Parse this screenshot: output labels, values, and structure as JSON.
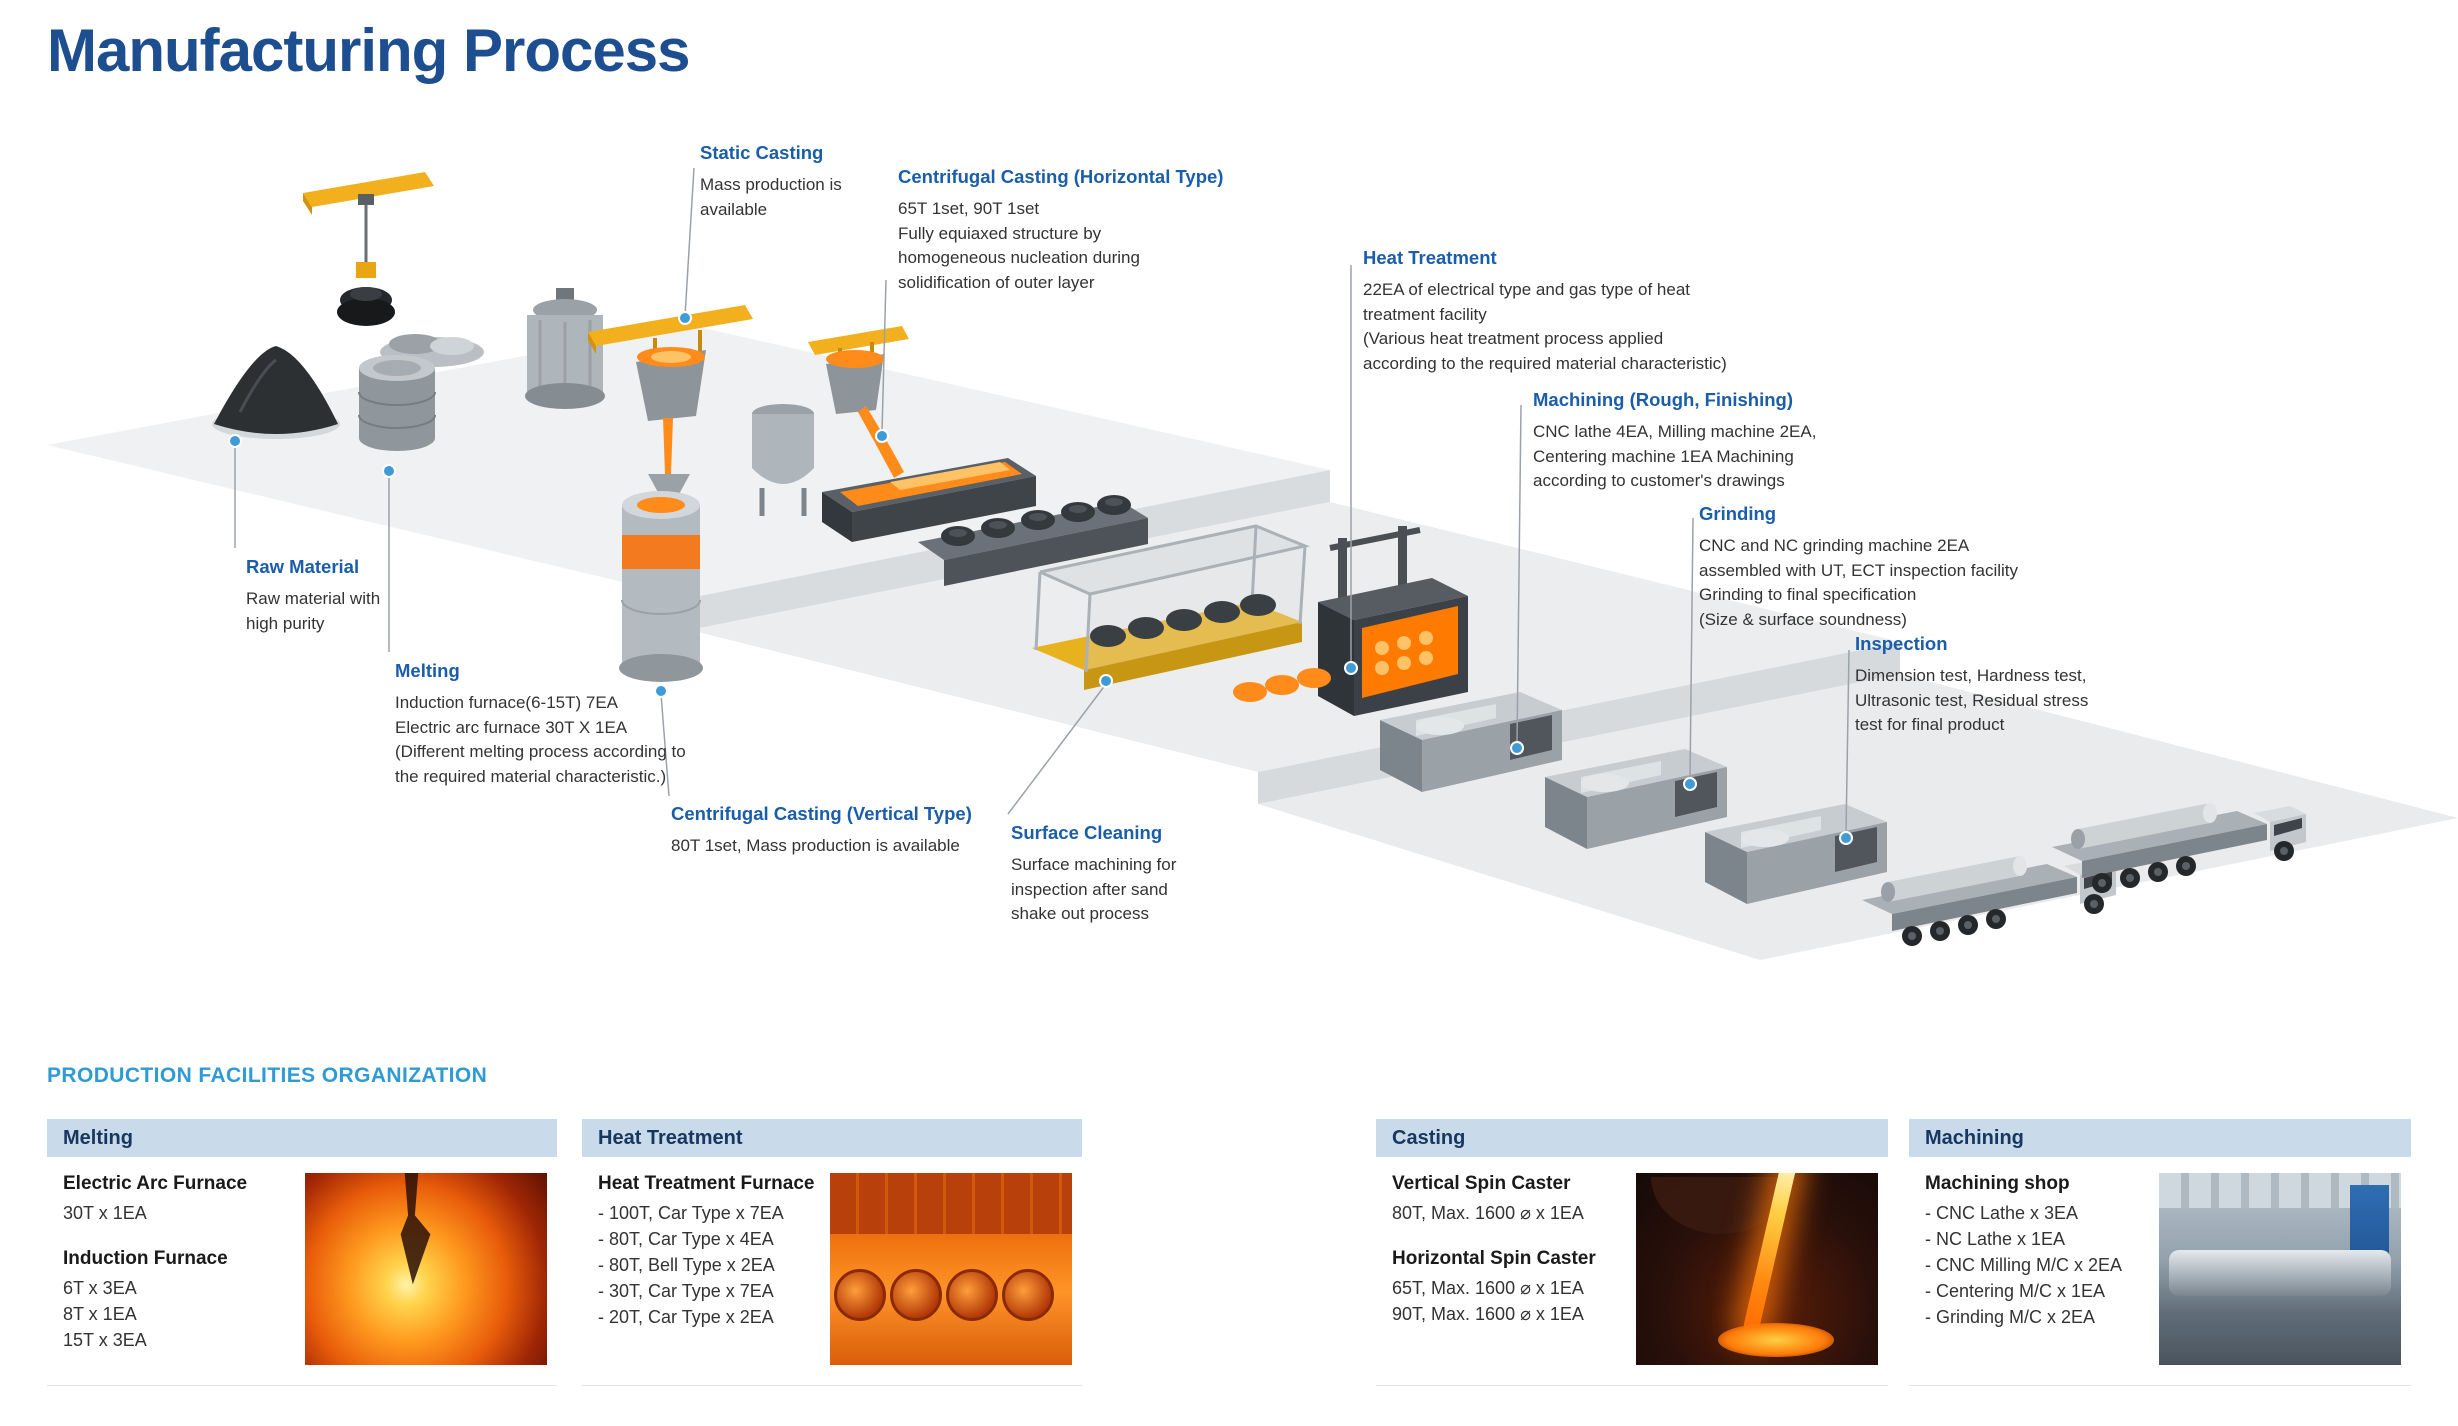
{
  "page": {
    "title": "Manufacturing Process",
    "section_heading": "PRODUCTION FACILITIES ORGANIZATION"
  },
  "colors": {
    "title_blue": "#1d4e8f",
    "callout_heading_blue": "#1a5dab",
    "section_heading_blue": "#2f9bd5",
    "panel_header_bg": "#c9daea",
    "panel_header_text": "#17375f",
    "leader_dot_blue": "#3e9bd5",
    "crane_yellow": "#f2b01e",
    "molten_orange": "#ff8c1a"
  },
  "callouts": [
    {
      "id": "static-casting",
      "title": "Static Casting",
      "body": "Mass production is\navailable"
    },
    {
      "id": "centrifugal-casting-horizontal",
      "title": "Centrifugal Casting (Horizontal Type)",
      "body": "65T 1set, 90T 1set\nFully equiaxed structure by\nhomogeneous nucleation during\nsolidification of outer layer"
    },
    {
      "id": "heat-treatment",
      "title": "Heat Treatment",
      "body": "22EA of electrical type and gas type of heat\ntreatment facility\n(Various heat treatment process applied\naccording to the required material characteristic)"
    },
    {
      "id": "machining",
      "title": "Machining (Rough, Finishing)",
      "body": "CNC lathe 4EA, Milling machine 2EA,\nCentering machine 1EA Machining\naccording to customer's drawings"
    },
    {
      "id": "grinding",
      "title": "Grinding",
      "body": "CNC and NC grinding machine 2EA\nassembled with UT, ECT inspection facility\nGrinding to final specification\n(Size & surface soundness)"
    },
    {
      "id": "inspection",
      "title": "Inspection",
      "body": "Dimension test, Hardness test,\nUltrasonic test, Residual stress\ntest for final product"
    },
    {
      "id": "raw-material",
      "title": "Raw Material",
      "body": "Raw material with\nhigh purity"
    },
    {
      "id": "melting",
      "title": "Melting",
      "body": "Induction furnace(6-15T) 7EA\nElectric arc furnace 30T X 1EA\n(Different melting process according to\nthe required material characteristic.)"
    },
    {
      "id": "centrifugal-casting-vertical",
      "title": "Centrifugal Casting (Vertical Type)",
      "body": "80T 1set, Mass production is available"
    },
    {
      "id": "surface-cleaning",
      "title": "Surface Cleaning",
      "body": "Surface machining for\ninspection after sand\nshake out process"
    }
  ],
  "panels": [
    {
      "id": "melting",
      "title": "Melting",
      "photo": "electric-arc-furnace-photo",
      "blocks": [
        {
          "heading": "Electric Arc Furnace",
          "text": "30T x 1EA"
        },
        {
          "heading": "Induction Furnace",
          "text": "6T x 3EA\n8T x 1EA\n15T x 3EA"
        }
      ]
    },
    {
      "id": "heat-treatment",
      "title": "Heat Treatment",
      "photo": "heat-treatment-furnace-photo",
      "blocks": [
        {
          "heading": "Heat Treatment Furnace",
          "text": "- 100T, Car Type x 7EA\n- 80T, Car Type x 4EA\n- 80T, Bell Type x 2EA\n- 30T, Car Type x 7EA\n- 20T, Car Type x 2EA"
        }
      ]
    },
    {
      "id": "casting",
      "title": "Casting",
      "photo": "spin-caster-photo",
      "blocks": [
        {
          "heading": "Vertical Spin Caster",
          "text": "80T, Max. 1600 ⌀ x 1EA"
        },
        {
          "heading": "Horizontal Spin Caster",
          "text": "65T, Max. 1600 ⌀ x 1EA\n90T, Max. 1600 ⌀ x 1EA"
        }
      ]
    },
    {
      "id": "machining",
      "title": "Machining",
      "photo": "machining-shop-photo",
      "blocks": [
        {
          "heading": "Machining shop",
          "text": "- CNC Lathe x 3EA\n- NC Lathe x 1EA\n- CNC Milling M/C x 2EA\n- Centering M/C x 1EA\n- Grinding M/C x 2EA"
        }
      ]
    }
  ],
  "illustration": {
    "machines": [
      "gantry-crane",
      "scrap-pile",
      "raw-material-pile",
      "ingot-stack",
      "arc-furnace-vessel",
      "ladle-pour-station-1",
      "vertical-spin-caster",
      "hopper-vessel",
      "ladle-pour-station-2",
      "horizontal-casting-trough",
      "billet-conveyor",
      "surface-cleaning-cage",
      "heat-treatment-furnace",
      "cnc-machine-1",
      "cnc-machine-2",
      "cnc-machine-3",
      "delivery-truck-1",
      "delivery-truck-2"
    ]
  }
}
